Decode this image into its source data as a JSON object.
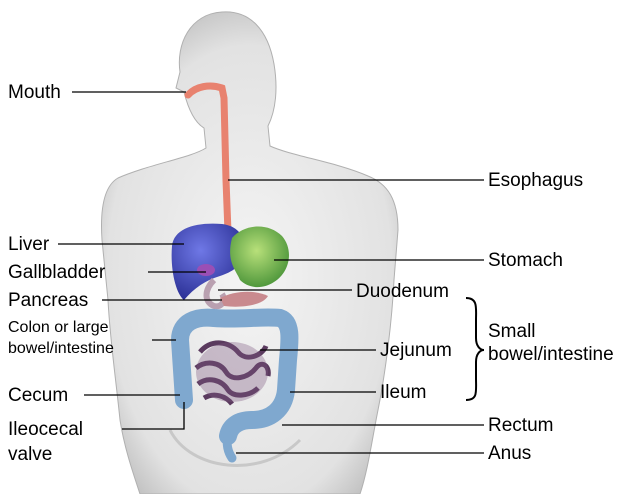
{
  "labels": {
    "mouth": "Mouth",
    "esophagus": "Esophagus",
    "liver": "Liver",
    "gallbladder": "Gallbladder",
    "stomach": "Stomach",
    "pancreas": "Pancreas",
    "duodenum": "Duodenum",
    "colon_line1": "Colon or large",
    "colon_line2": "bowel/intestine",
    "small_line1": "Small",
    "small_line2": "bowel/intestine",
    "jejunum": "Jejunum",
    "cecum": "Cecum",
    "ileum": "Ileum",
    "ileocecal_line1": "Ileocecal",
    "ileocecal_line2": "valve",
    "rectum": "Rectum",
    "anus": "Anus"
  },
  "colors": {
    "body": "#e6e6e6",
    "esophagus": "#e8826f",
    "liver": "#3b44b8",
    "stomach": "#5fae48",
    "gallbladder": "#9a4fb5",
    "pancreas": "#c98a8f",
    "colon": "#7fa8cf",
    "small_intestine": "#5a3a5e"
  }
}
